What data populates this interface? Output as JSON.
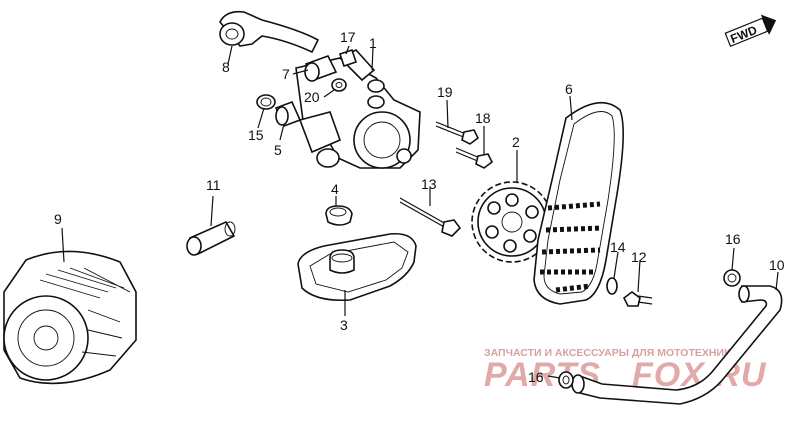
{
  "direction_label": "FWD",
  "watermark": {
    "caption": "ЗАПЧАСТИ И АКСЕССУАРЫ ДЛЯ МОТОТЕХНИКИ",
    "brand_left": "PARTS",
    "brand_right": "FOX.RU",
    "caption_color": "#d8a0a0",
    "brand_color": "#e2a9a9"
  },
  "callouts": [
    {
      "id": "c1",
      "label": "1"
    },
    {
      "id": "c2",
      "label": "2"
    },
    {
      "id": "c3",
      "label": "3"
    },
    {
      "id": "c4",
      "label": "4"
    },
    {
      "id": "c5",
      "label": "5"
    },
    {
      "id": "c6",
      "label": "6"
    },
    {
      "id": "c7",
      "label": "7"
    },
    {
      "id": "c8",
      "label": "8"
    },
    {
      "id": "c9",
      "label": "9"
    },
    {
      "id": "c10",
      "label": "10"
    },
    {
      "id": "c11",
      "label": "11"
    },
    {
      "id": "c12",
      "label": "12"
    },
    {
      "id": "c13",
      "label": "13"
    },
    {
      "id": "c14",
      "label": "14"
    },
    {
      "id": "c15",
      "label": "15"
    },
    {
      "id": "c16a",
      "label": "16"
    },
    {
      "id": "c16b",
      "label": "16"
    },
    {
      "id": "c17",
      "label": "17"
    },
    {
      "id": "c18",
      "label": "18"
    },
    {
      "id": "c19",
      "label": "19"
    },
    {
      "id": "c20",
      "label": "20"
    }
  ]
}
